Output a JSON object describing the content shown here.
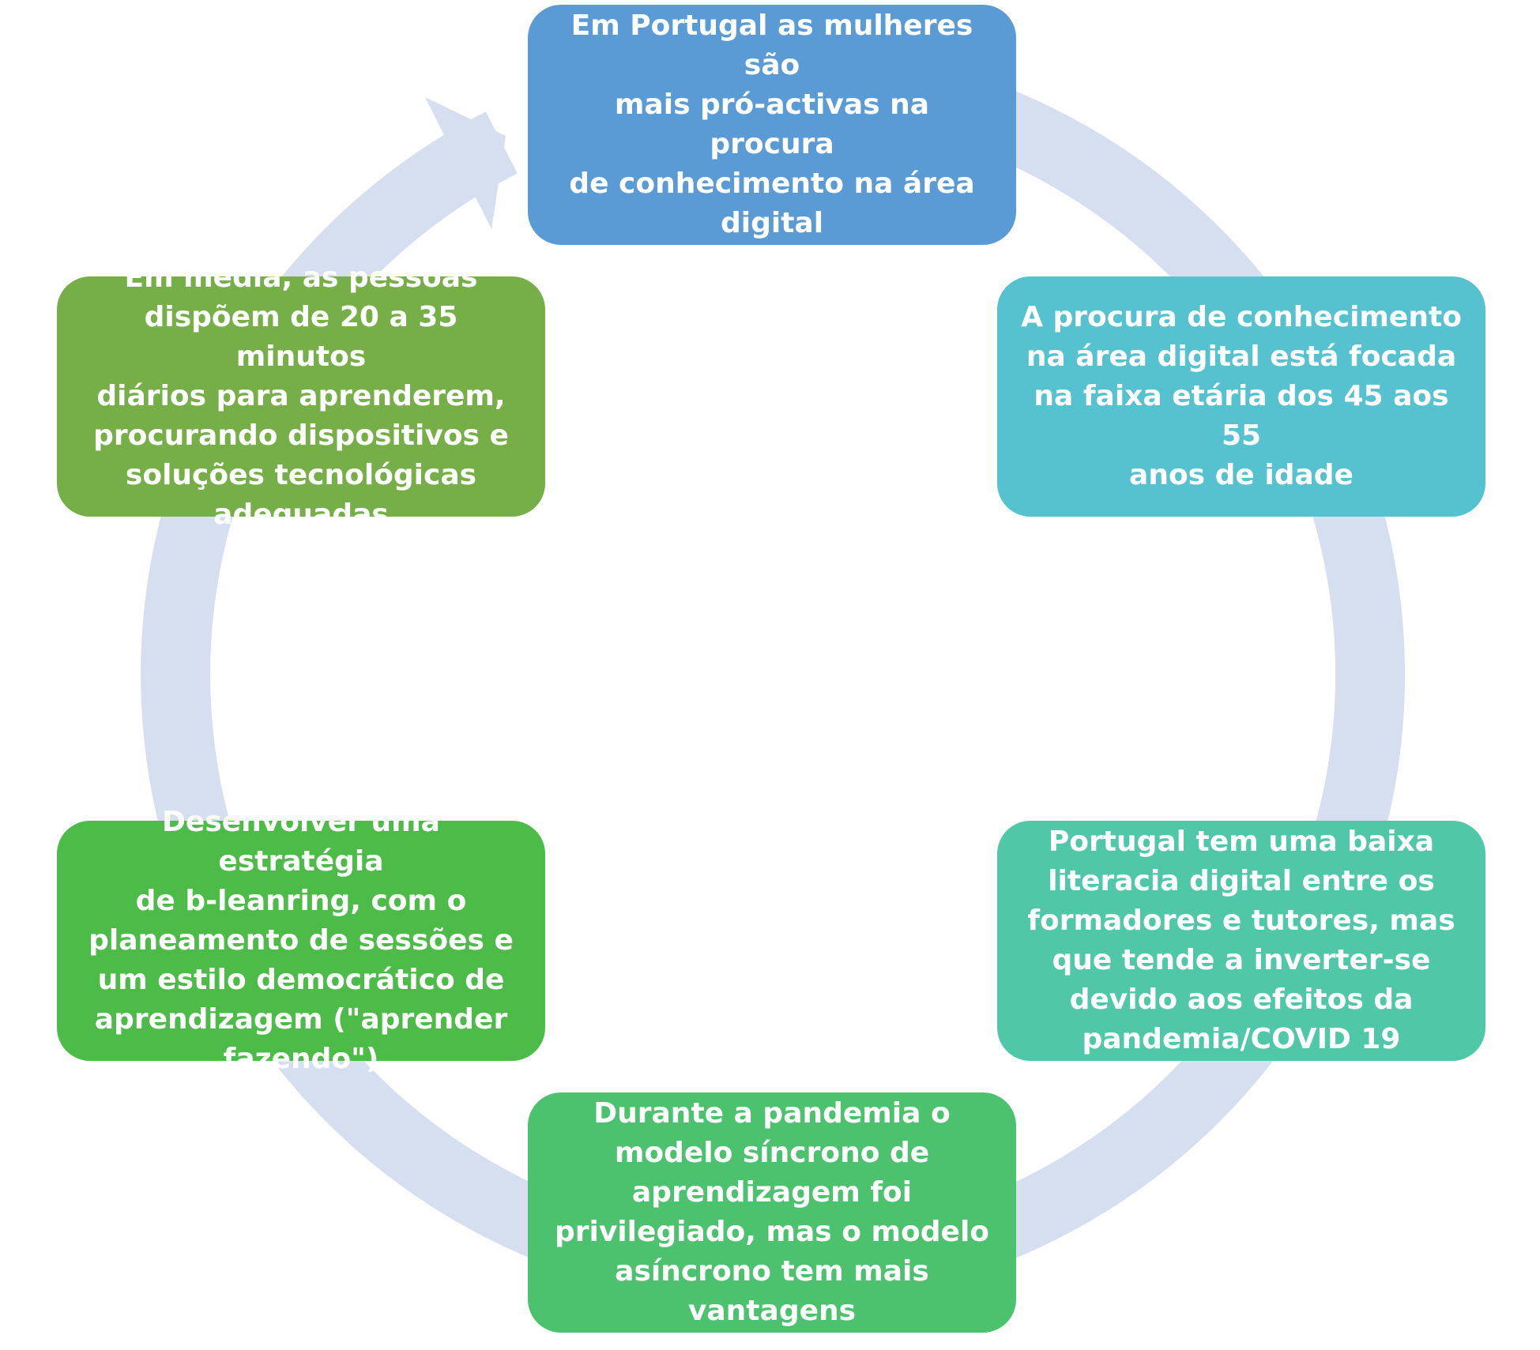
{
  "colors": {
    "ring": "#d6dff0",
    "node_1": "#5b9bd5",
    "node_2": "#56c1cf",
    "node_3": "#50c8a8",
    "node_4": "#4cc26e",
    "node_5": "#4cbb48",
    "node_6": "#76ae48"
  },
  "nodes": [
    {
      "text": "Em Portugal as mulheres são\nmais pró-activas na procura\nde conhecimento na área\ndigital"
    },
    {
      "text": "A procura de conhecimento\nna área digital  está focada\nna faixa etária dos 45 aos 55\nanos de idade"
    },
    {
      "text": "Portugal tem uma baixa\nliteracia digital entre os\nformadores e tutores, mas\nque tende a inverter-se\ndevido aos efeitos da\npandemia/COVID 19"
    },
    {
      "text": "Durante a pandemia o\nmodelo síncrono de\naprendizagem  foi\nprivilegiado, mas o modelo\nasíncrono tem mais\nvantagens"
    },
    {
      "text": "Desenvolver uma estratégia\nde b-leanring, com o\nplaneamento de sessões e\num estilo democrático de\naprendizagem (\"aprender\nfazendo\")"
    },
    {
      "text": "Em média, as pessoas\ndispõem de 20 a 35 minutos\ndiários para aprenderem,\nprocurando dispositivos e\nsoluções tecnológicas\nadequadas"
    }
  ]
}
